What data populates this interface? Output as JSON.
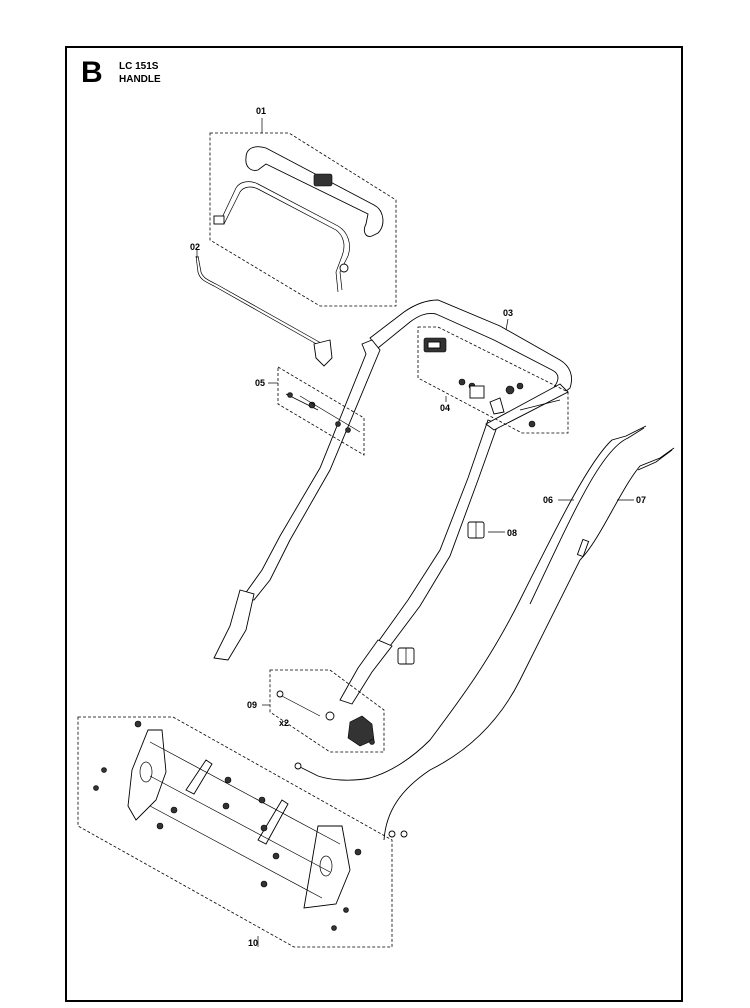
{
  "header": {
    "section_letter": "B",
    "model": "LC 151S",
    "part_name": "HANDLE"
  },
  "callouts": {
    "c01": "01",
    "c02": "02",
    "c03": "03",
    "c04": "04",
    "c05": "05",
    "c06": "06",
    "c07": "07",
    "c08": "08",
    "c09": "09",
    "c10": "10",
    "qty09": "x2"
  }
}
